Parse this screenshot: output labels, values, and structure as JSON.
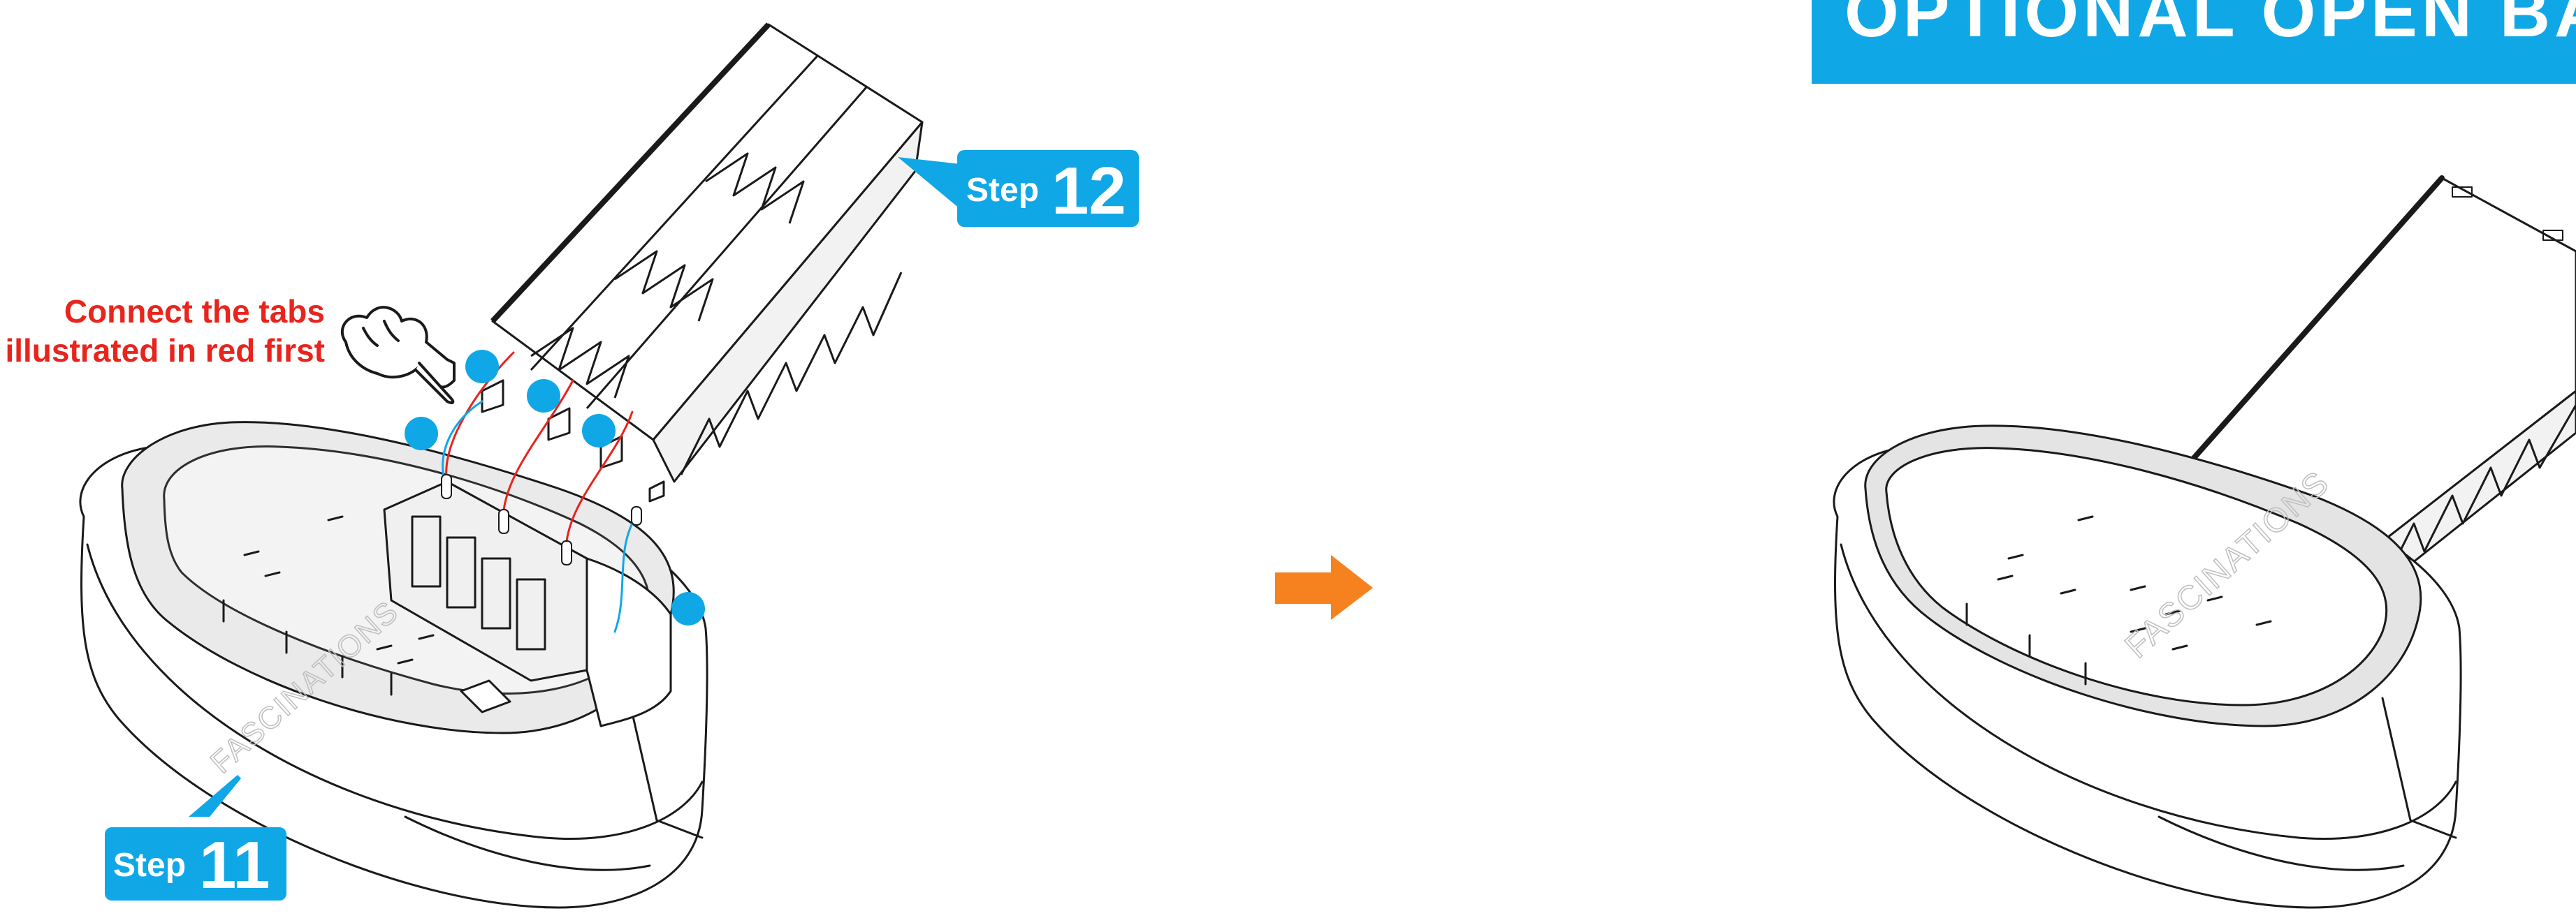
{
  "banner": {
    "title": "OPTIONAL OPEN BA"
  },
  "instruction": {
    "line1": "Connect the tabs",
    "line2": "illustrated in red first"
  },
  "step_left": {
    "word": "Step",
    "number": "11"
  },
  "step_right": {
    "word": "Step",
    "number": "12"
  },
  "watermark": "FASCINATIONS",
  "colors": {
    "accent_blue": "#10a7e6",
    "instruction_red": "#e8241c",
    "arrow_orange": "#f5821f",
    "line": "#1a1a1a"
  },
  "icons": {
    "pointer": "hand-pointer-icon",
    "next": "arrow-right-icon"
  }
}
